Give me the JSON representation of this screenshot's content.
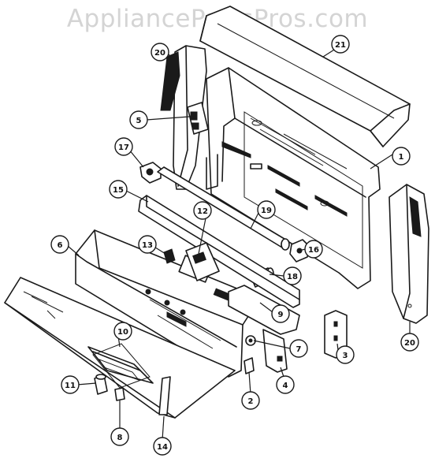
{
  "watermark": "AppliancePartsPros.com",
  "callouts": [
    {
      "id": "callout-21",
      "label": "21"
    },
    {
      "id": "callout-20-top",
      "label": "20"
    },
    {
      "id": "callout-5",
      "label": "5"
    },
    {
      "id": "callout-1",
      "label": "1"
    },
    {
      "id": "callout-17",
      "label": "17"
    },
    {
      "id": "callout-15",
      "label": "15"
    },
    {
      "id": "callout-12",
      "label": "12"
    },
    {
      "id": "callout-19",
      "label": "19"
    },
    {
      "id": "callout-6",
      "label": "6"
    },
    {
      "id": "callout-13",
      "label": "13"
    },
    {
      "id": "callout-16",
      "label": "16"
    },
    {
      "id": "callout-18",
      "label": "18"
    },
    {
      "id": "callout-9",
      "label": "9"
    },
    {
      "id": "callout-10",
      "label": "10"
    },
    {
      "id": "callout-7",
      "label": "7"
    },
    {
      "id": "callout-3",
      "label": "3"
    },
    {
      "id": "callout-20-bottom",
      "label": "20"
    },
    {
      "id": "callout-11",
      "label": "11"
    },
    {
      "id": "callout-4",
      "label": "4"
    },
    {
      "id": "callout-2",
      "label": "2"
    },
    {
      "id": "callout-8",
      "label": "8"
    },
    {
      "id": "callout-14",
      "label": "14"
    }
  ]
}
